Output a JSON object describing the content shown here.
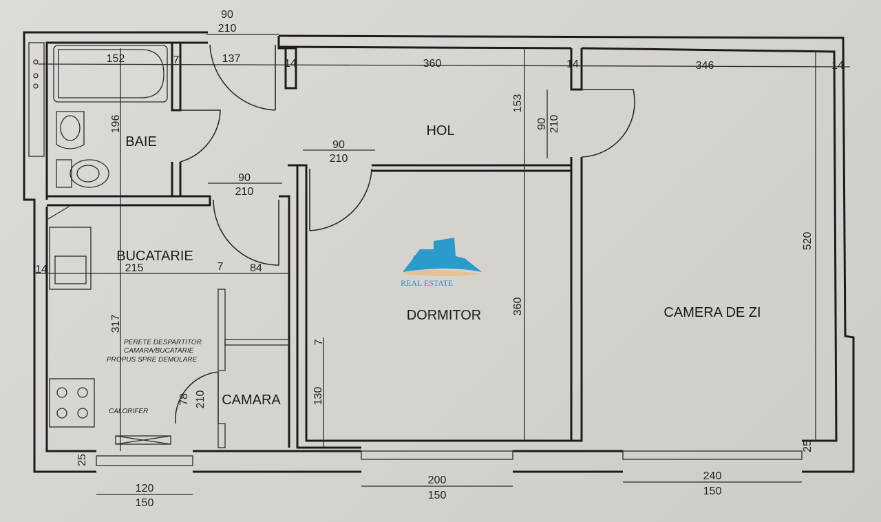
{
  "rooms": {
    "baie": "BAIE",
    "hol": "HOL",
    "bucatarie": "BUCATARIE",
    "dormitor": "DORMITOR",
    "camera_de_zi": "CAMERA DE ZI",
    "camara": "CAMARA"
  },
  "notes": {
    "wall_line1": "PERETE DESPARTITOR",
    "wall_line2": "CAMARA/BUCATARIE",
    "wall_line3": "PROPUS SPRE DEMOLARE",
    "radiator": "CALORIFER"
  },
  "logo": {
    "letters": "AL",
    "text": "REAL ESTATE",
    "color": "#2a9ccc"
  },
  "dimensions": {
    "door_entry": [
      "90",
      "210"
    ],
    "baie_width": "152",
    "baie_wall": "7",
    "entry_width": "137",
    "wall_14a": "14",
    "hol_width": "360",
    "wall_14b": "14",
    "zi_width": "346",
    "wall_14c": "14",
    "baie_height": "196",
    "hol_height": "153",
    "door_zi": [
      "90",
      "210"
    ],
    "door_dormitor": [
      "90",
      "210"
    ],
    "door_baie_buc": [
      "90",
      "210"
    ],
    "zi_height": "520",
    "wall_14d": "14",
    "buc_width": "215",
    "wall_7": "7",
    "camara_width": "84",
    "dormitor_height": "360",
    "buc_height": "317",
    "camara_wall_7": "7",
    "camara_height": "130",
    "door_camara": [
      "78",
      "210"
    ],
    "wall_25a": "25",
    "wall_25b": "25",
    "window_buc": [
      "120",
      "150"
    ],
    "window_dormitor": [
      "200",
      "150"
    ],
    "window_zi": [
      "240",
      "150"
    ]
  }
}
